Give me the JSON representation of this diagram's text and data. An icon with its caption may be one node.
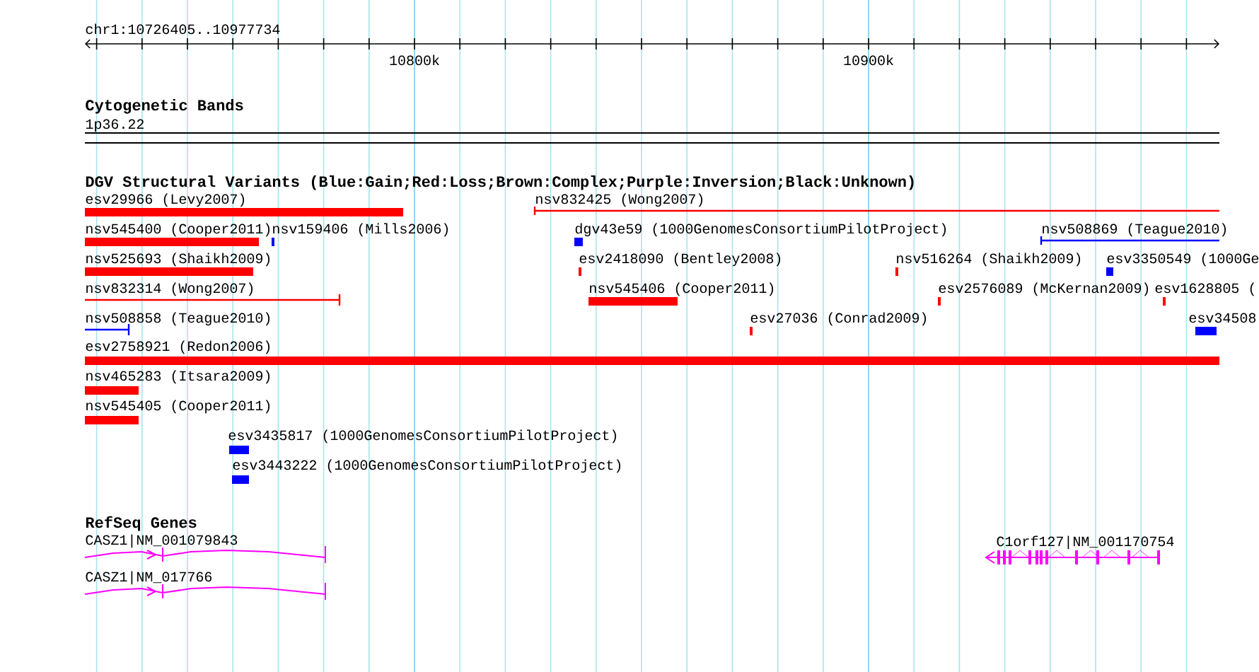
{
  "diagram": {
    "labels": [
      "chr1:10726405..10977734",
      "10800k",
      "10900k",
      "Cytogenetic Bands",
      "1p36.22",
      "DGV Structural Variants (Blue:Gain;Red:Loss;Brown:Complex;Purple:Inversion;Black:Unknown)",
      "esv29966 (Levy2007)",
      "nsv832425 (Wong2007)",
      "nsv545400 (Cooper2011)",
      "nsv159406 (Mills2006)",
      "dgv43e59 (1000GenomesConsortiumPilotProject)",
      "nsv508869 (Teague2010)",
      "nsv525693 (Shaikh2009)",
      "esv2418090 (Bentley2008)",
      "nsv516264 (Shaikh2009)",
      "esv3350549 (1000Ge",
      "nsv832314 (Wong2007)",
      "nsv545406 (Cooper2011)",
      "esv2576089 (McKernan2009)",
      "esv1628805 (",
      "nsv508858 (Teague2010)",
      "esv27036 (Conrad2009)",
      "esv34508",
      "esv2758921 (Redon2006)",
      "nsv465283 (Itsara2009)",
      "nsv545405 (Cooper2011)",
      "esv3435817 (1000GenomesConsortiumPilotProject)",
      "esv3443222 (1000GenomesConsortiumPilotProject)",
      "RefSeq Genes",
      "CASZ1|NM_001079843",
      "C1orf127|NM_001170754",
      "CASZ1|NM_017766"
    ]
  }
}
